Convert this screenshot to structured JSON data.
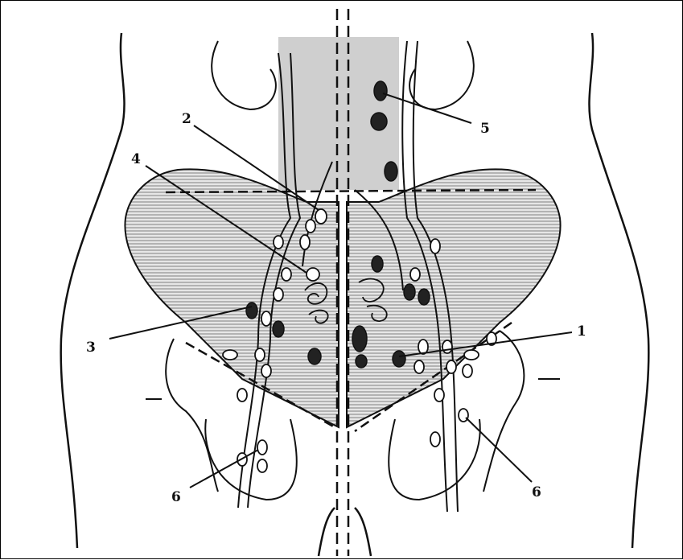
{
  "diagram": {
    "labels": [
      "1",
      "2",
      "3",
      "4",
      "5",
      "6",
      "6"
    ],
    "colors": {
      "line": "#111111",
      "fill_shade": "#cfcfcf",
      "hatch": "#555555",
      "node_dark": "#222222",
      "node_open": "#ffffff"
    }
  }
}
